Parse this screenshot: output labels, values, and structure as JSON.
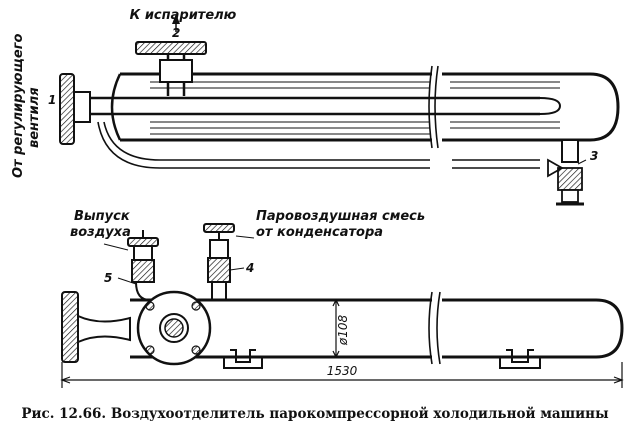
{
  "labels": {
    "to_evaporator": "К испарителю",
    "from_valve_line1": "От регулирующего",
    "from_valve_line2": "вентиля",
    "air_outlet_line1": "Выпуск",
    "air_outlet_line2": "воздуха",
    "vapor_mix_line1": "Паровоздушная смесь",
    "vapor_mix_line2": "от конденсатора"
  },
  "numbers": {
    "n1": "1",
    "n2": "2",
    "n3": "3",
    "n4": "4",
    "n5": "5"
  },
  "dimensions": {
    "length": "1530",
    "diameter": "ø108"
  },
  "caption": "Рис. 12.66. Воздухоотделитель парокомпрессорной холодильной машины"
}
